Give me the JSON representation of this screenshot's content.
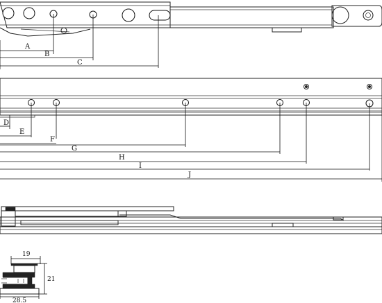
{
  "top_view": {
    "dimension_labels": [
      "A",
      "B",
      "C"
    ]
  },
  "front_view": {
    "dimension_labels": [
      "D",
      "E",
      "F",
      "G",
      "H",
      "I",
      "J"
    ]
  },
  "section_view": {
    "width_top": "19",
    "height": "21",
    "width_bottom": "28.5"
  },
  "colors": {
    "line": "#222222",
    "background": "#ffffff"
  }
}
